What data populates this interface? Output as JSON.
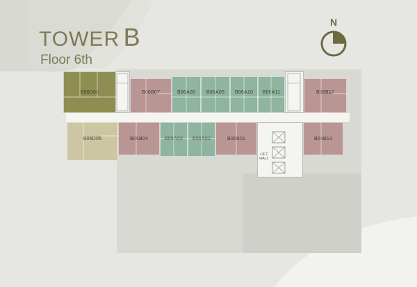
{
  "header": {
    "title_word": "TOWER",
    "title_letter": "B",
    "subtitle": "Floor 6th"
  },
  "compass": {
    "label": "N",
    "icon": "north-compass-icon"
  },
  "colors": {
    "background": "#e6e7e2",
    "olive_unit": "#8e8e52",
    "beige_unit": "#ccc6a3",
    "rose_unit": "#b99593",
    "green_unit": "#8fb49f",
    "corridor": "#f4f4f1",
    "title": "#7d7a55"
  },
  "units": [
    {
      "id": "B06D06",
      "type": "olive"
    },
    {
      "id": "B06B07",
      "type": "rose"
    },
    {
      "id": "B06A08",
      "type": "green"
    },
    {
      "id": "B06A09",
      "type": "green"
    },
    {
      "id": "B06A10",
      "type": "green"
    },
    {
      "id": "B06A11",
      "type": "green"
    },
    {
      "id": "B06B12",
      "type": "rose"
    },
    {
      "id": "B06D05",
      "type": "beige"
    },
    {
      "id": "B06B04",
      "type": "rose"
    },
    {
      "id": "B06A03",
      "type": "green"
    },
    {
      "id": "B06A02",
      "type": "green"
    },
    {
      "id": "B06B01",
      "type": "rose"
    },
    {
      "id": "B06B13",
      "type": "rose"
    }
  ],
  "lift_hall_label": "LIFT\nHALL"
}
